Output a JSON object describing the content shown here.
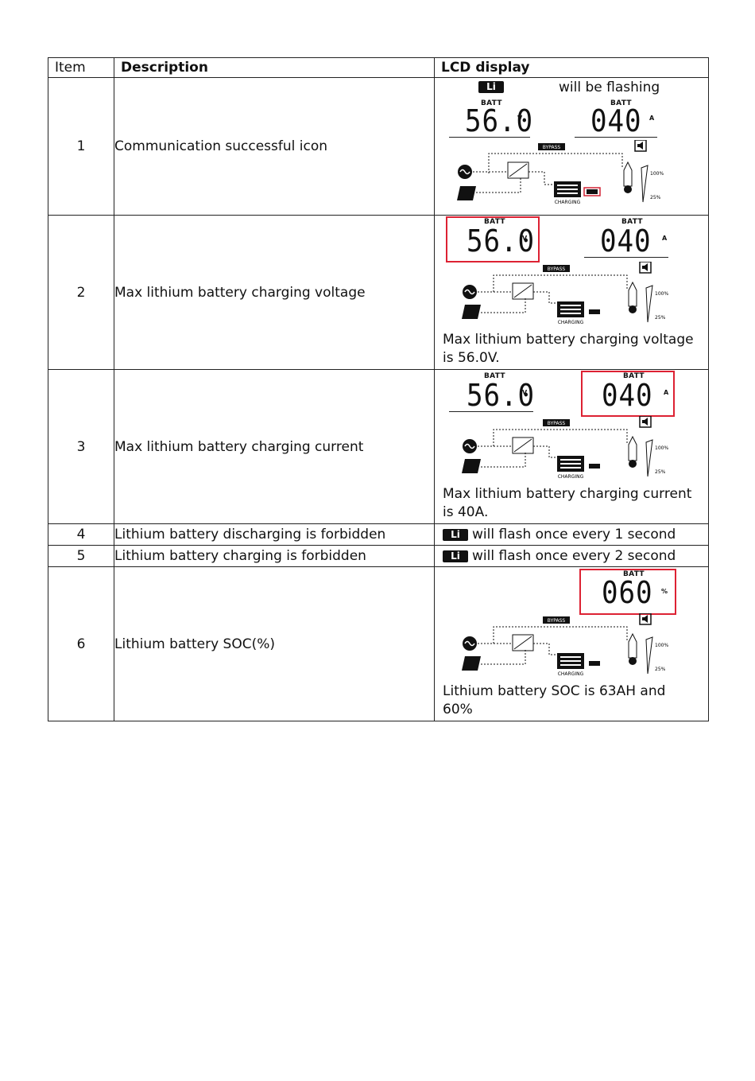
{
  "table": {
    "headers": {
      "item": "Item",
      "description": "Description",
      "lcd": "LCD display"
    },
    "rows": [
      {
        "item": "1",
        "description": "Communication successful icon",
        "caption": "",
        "flash_note": "will be flashing"
      },
      {
        "item": "2",
        "description": "Max lithium battery charging voltage",
        "caption_l1": "Max lithium battery charging voltage",
        "caption_l2": "is 56.0V."
      },
      {
        "item": "3",
        "description": "Max lithium battery charging current",
        "caption_l1": "Max lithium battery charging current",
        "caption_l2": "is 40A."
      },
      {
        "item": "4",
        "description": "Lithium battery discharging is forbidden",
        "lcd_text": "will flash once every 1 second"
      },
      {
        "item": "5",
        "description": "Lithium battery charging is forbidden",
        "lcd_text": "will flash once every 2 second"
      },
      {
        "item": "6",
        "description": "Lithium battery SOC(%)",
        "caption_l1": "Lithium battery SOC is 63AH and",
        "caption_l2": "60%"
      }
    ]
  },
  "lcd": {
    "batt_label": "BATT",
    "voltage": "56.0",
    "voltage_unit": "V",
    "current": "040",
    "current_unit": "A",
    "soc": "060",
    "soc_unit": "%",
    "li_label": "Li",
    "bypass": "BYPASS",
    "charging": "CHARGING",
    "load_100": "100%",
    "load_25": "25%"
  },
  "colors": {
    "highlight": "#d22233",
    "chip": "#111111"
  },
  "icons": [
    "ac-source-icon",
    "solar-panel-icon",
    "inverter-icon",
    "battery-icon",
    "bulb-icon",
    "load-level-icon",
    "mute-icon"
  ]
}
